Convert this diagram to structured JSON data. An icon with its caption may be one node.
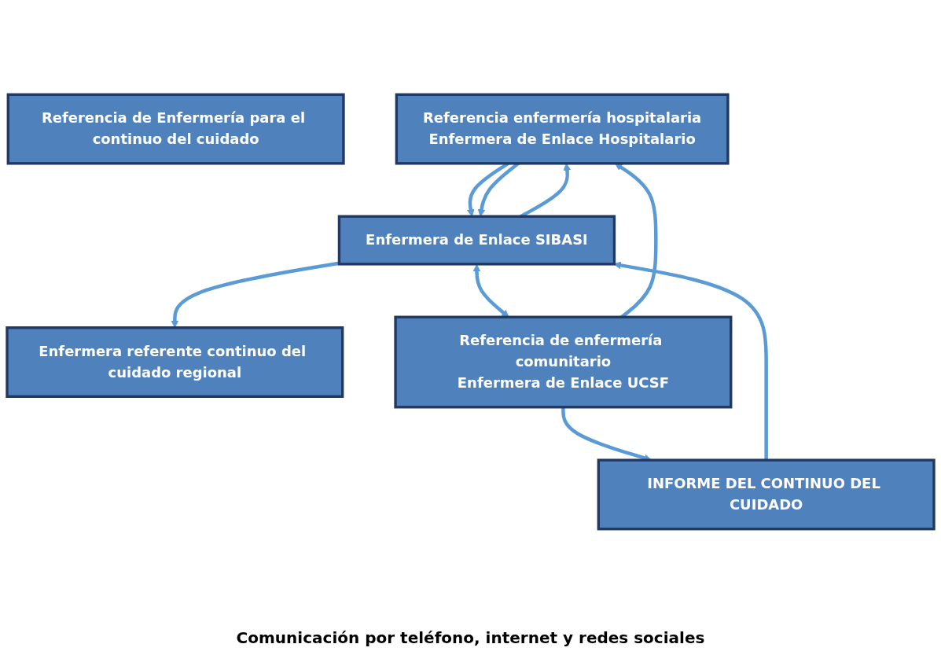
{
  "diagram": {
    "caption": "Comunicación por teléfono, internet y redes sociales",
    "nodes": [
      {
        "text": [
          "Referencia de Enfermería para el continuo del cuidado"
        ]
      },
      {
        "text": [
          "Referencia enfermería hospitalaria",
          "Enfermera de Enlace Hospitalario"
        ]
      },
      {
        "text": [
          "Enfermera de Enlace SIBASI"
        ]
      },
      {
        "text": [
          "Enfermera referente continuo del cuidado regional"
        ]
      },
      {
        "text": [
          "INFORME DEL CONTINUO DEL CUIDADO"
        ]
      },
      {
        "text": [
          "Referencia de enfermería comunitario",
          "Enfermera de Enlace UCSF"
        ]
      }
    ],
    "edges": [
      {
        "from": 1,
        "to": 2,
        "arrow": "to"
      },
      {
        "from": 2,
        "to": 1,
        "arrow": "to"
      },
      {
        "from": 1,
        "to": 2,
        "arrow": "to"
      },
      {
        "from": 2,
        "to": 3,
        "arrow": "to"
      },
      {
        "from": 2,
        "to": 5,
        "arrow": "both"
      },
      {
        "from": 4,
        "to": 2,
        "arrow": "to"
      },
      {
        "from": 5,
        "to": 4,
        "arrow": "to"
      },
      {
        "from": 5,
        "to": 1,
        "arrow": "to"
      }
    ]
  }
}
